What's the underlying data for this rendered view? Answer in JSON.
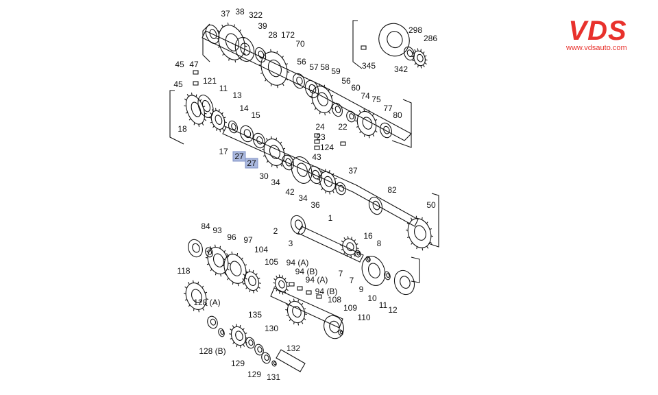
{
  "logo": {
    "brand": "VDS",
    "url": "www.vdsauto.com",
    "color": "#e8312c"
  },
  "highlight_color": "#aab8de",
  "highlighted_part": "27",
  "labels": [
    "37",
    "38",
    "322",
    "39",
    "28",
    "172",
    "70",
    "56",
    "57",
    "58",
    "59",
    "56",
    "60",
    "74",
    "75",
    "77",
    "80",
    "45",
    "47",
    "45",
    "121",
    "11",
    "13",
    "14",
    "15",
    "18",
    "17",
    "27",
    "27",
    "30",
    "34",
    "42",
    "34",
    "36",
    "43",
    "24",
    "23",
    "124",
    "22",
    "37",
    "82",
    "50",
    "345",
    "342",
    "298",
    "286",
    "2",
    "3",
    "1",
    "84",
    "93",
    "96",
    "97",
    "104",
    "105",
    "94 (A)",
    "94 (B)",
    "94 (A)",
    "94 (B)",
    "118",
    "16",
    "8",
    "7",
    "7",
    "9",
    "10",
    "11",
    "12",
    "108",
    "109",
    "110",
    "128 (A)",
    "135",
    "130",
    "128 (B)",
    "129",
    "129",
    "131",
    "132"
  ]
}
